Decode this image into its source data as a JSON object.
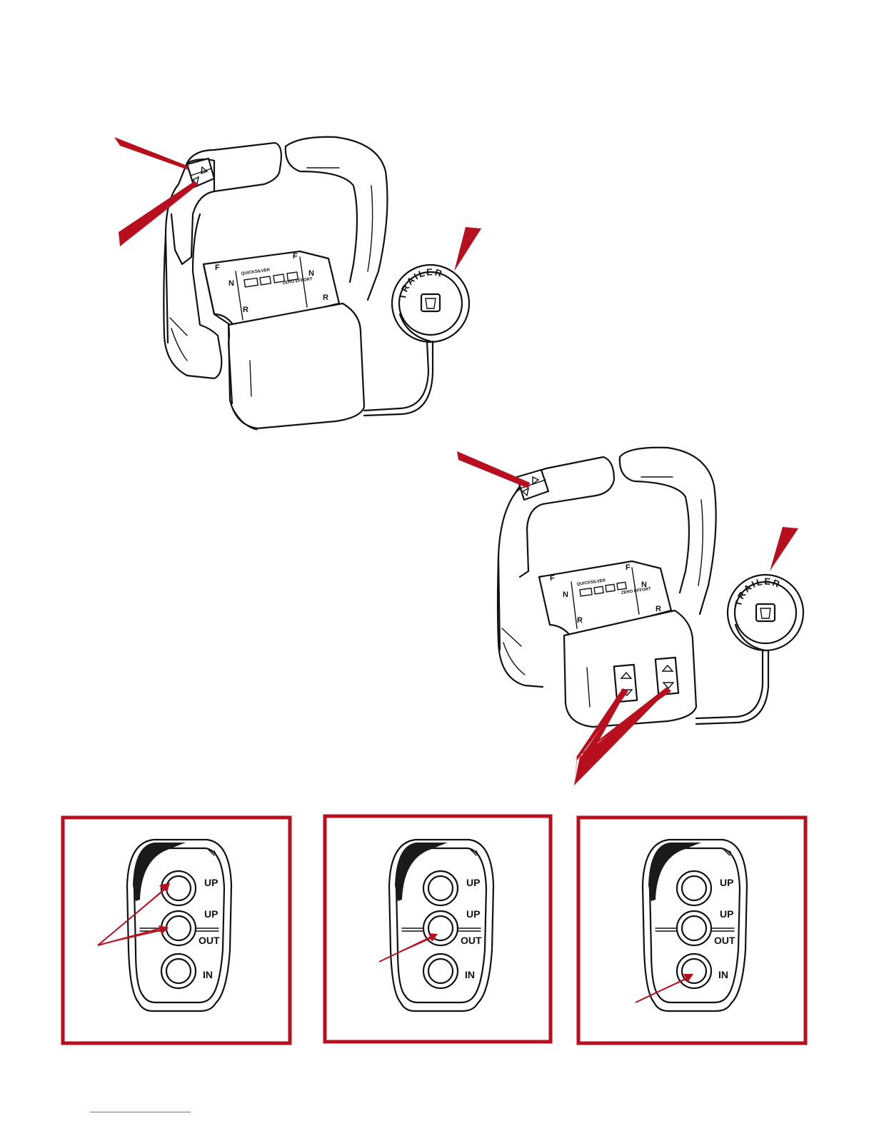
{
  "colors": {
    "callout": "#b80f1f",
    "frame": "#b80f1f",
    "ink": "#111111",
    "rule": "#5b6fd0"
  },
  "control1": {
    "shift_labels": {
      "forward_left": "F",
      "neutral_left": "N",
      "reverse_left": "R",
      "forward_right": "F",
      "neutral_right": "N",
      "reverse_right": "R"
    },
    "brand": "QUICKSILVER",
    "series": "ZERO EFFORT",
    "trailer_switch": "TRAILER"
  },
  "control2": {
    "shift_labels": {
      "forward_left": "F",
      "neutral_left": "N",
      "reverse_left": "R",
      "forward_right": "F",
      "neutral_right": "N",
      "reverse_right": "R"
    },
    "brand": "QUICKSILVER",
    "series": "ZERO EFFORT",
    "trailer_switch": "TRAILER"
  },
  "panels": [
    {
      "buttons": [
        "UP",
        "UP",
        "OUT",
        "IN"
      ]
    },
    {
      "buttons": [
        "UP",
        "UP",
        "OUT",
        "IN"
      ]
    },
    {
      "buttons": [
        "UP",
        "UP",
        "OUT",
        "IN"
      ]
    }
  ],
  "icons": [
    "trim-up-arrow-icon",
    "trim-down-arrow-icon",
    "trailer-key-icon",
    "callout-arrow-icon"
  ]
}
